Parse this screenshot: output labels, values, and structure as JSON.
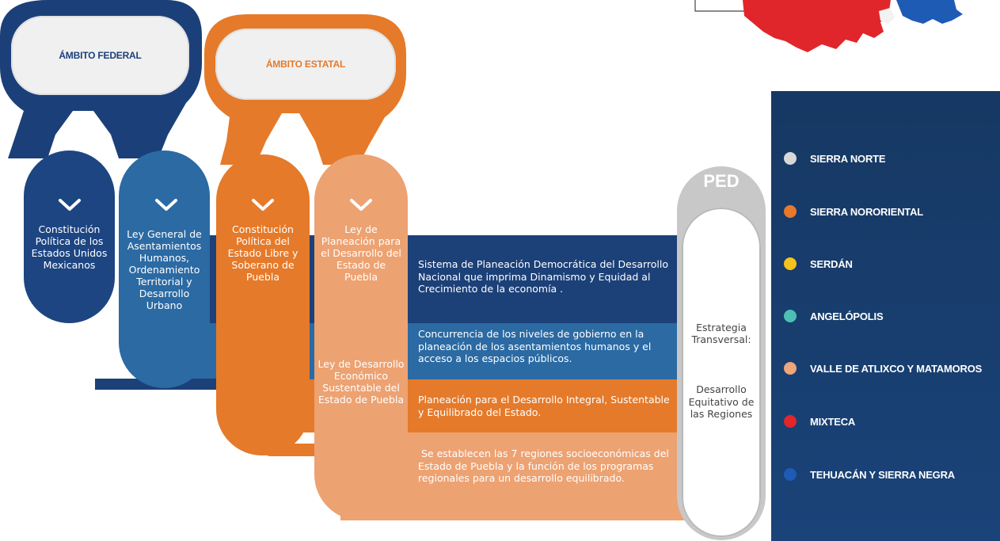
{
  "ambitos": {
    "federal": "ÁMBITO FEDERAL",
    "estatal": "ÁMBITO ESTATAL"
  },
  "pillars": [
    {
      "text": "Constitución Política de los Estados Unidos Mexicanos"
    },
    {
      "text": "Ley General de Asentamientos Humanos, Ordenamiento Territorial y Desarrollo Urbano"
    },
    {
      "text": "Constitución Política del Estado Libre y Soberano de Puebla"
    },
    {
      "text_top": "Ley de Planeación para el Desarrollo del Estado de Puebla",
      "text_bottom": "Ley de Desarrollo Económico Sustentable del Estado de Puebla"
    }
  ],
  "bands": [
    {
      "text": "Sistema de Planeación Democrática del Desarrollo Nacional que imprima Dinamismo y Equidad al Crecimiento de la economía ."
    },
    {
      "text": "Concurrencia de los niveles de gobierno en la planeación de los asentamientos humanos y el acceso a los espacios públicos."
    },
    {
      "text": "Planeación para el Desarrollo Integral, Sustentable y Equilibrado del Estado."
    },
    {
      "text": " Se establecen las 7 regiones socioeconómicas del Estado de Puebla y la función de los programas regionales para un desarrollo equilibrado."
    }
  ],
  "ped": {
    "label": "PED",
    "text_top": "Estrategia Transversal:",
    "text_bottom": "Desarrollo Equitativo de las Regiones"
  },
  "regions": [
    {
      "name": "SIERRA NORTE",
      "color": "#d8d8d8"
    },
    {
      "name": "SIERRA NORORIENTAL",
      "color": "#e8792a"
    },
    {
      "name": "SERDÁN",
      "color": "#f5c31c"
    },
    {
      "name": "ANGELÓPOLIS",
      "color": "#4dbfb3"
    },
    {
      "name": "VALLE DE ATLIXCO Y MATAMOROS",
      "color": "#eda77a"
    },
    {
      "name": "MIXTECA",
      "color": "#e2262a"
    },
    {
      "name": "TEHUACÁN Y SIERRA NEGRA",
      "color": "#1e5bb5"
    }
  ],
  "colors": {
    "navy": "#1b3f79",
    "blue": "#2b6aa3",
    "orange": "#e57a2a",
    "peach": "#eda272",
    "panel": "#163863"
  }
}
